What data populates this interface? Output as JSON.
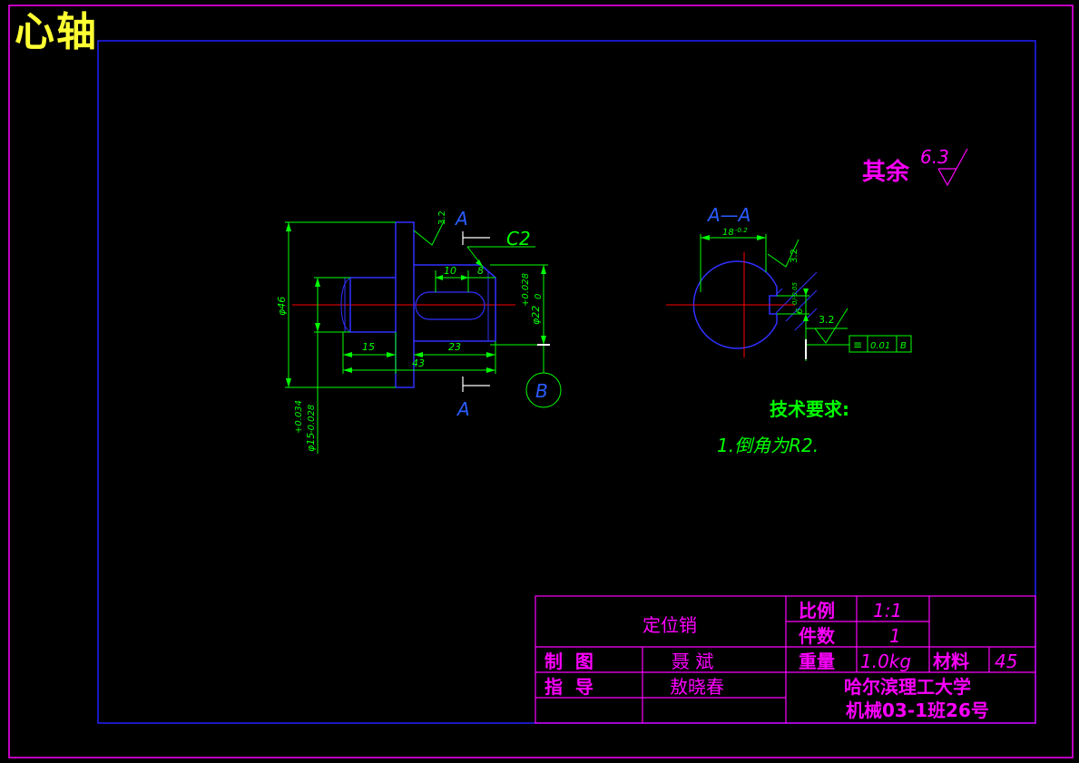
{
  "header": {
    "title": "心轴"
  },
  "colors": {
    "background": "#000000",
    "frame": "#ff00ff",
    "border": "#2020ff",
    "outline": "#3030ff",
    "dimension": "#00ff00",
    "centerline": "#ff0000",
    "hatch": "#3030ff",
    "magenta_text": "#ff00ff",
    "yellow_text": "#ffff33",
    "blue_text": "#2a5cff"
  },
  "front_view": {
    "dims": {
      "d46": "φ46",
      "d15": "φ15",
      "d15_upper": "+0.034",
      "d15_lower": "-0.028",
      "d22": "φ22",
      "d22_upper": "+0.028",
      "d22_lower": "0",
      "len15": "15",
      "len23": "23",
      "len43": "43",
      "slot10": "10",
      "slot8": "8"
    },
    "chamfer": "C2",
    "roughness": "3.2",
    "section_mark_top": "A",
    "section_mark_bottom": "A",
    "datum": "B"
  },
  "section_view": {
    "label": "A—A",
    "width_dim": "18",
    "width_tol": "-0.2",
    "slot_dim": "6",
    "slot_tol": "0/-0.05",
    "roughness_top": "3.2",
    "roughness_side": "3.2",
    "tolerance_frame": {
      "symbol": "≡",
      "value": "0.01",
      "datum": "B"
    }
  },
  "notes": {
    "other_roughness_label": "其余",
    "other_roughness_value": "6.3",
    "tech_title": "技术要求:",
    "tech_item": "1.倒角为R2."
  },
  "title_block": {
    "part_name": "定位销",
    "scale_label": "比例",
    "scale_value": "1:1",
    "qty_label": "件数",
    "qty_value": "1",
    "draw_label": "制  图",
    "draw_name": "聂 斌",
    "guide_label": "指  导",
    "guide_name": "敖晓春",
    "weight_label": "重量",
    "weight_value": "1.0kg",
    "material_label": "材料",
    "material_value": "45",
    "school": "哈尔滨理工大学",
    "class_info": "机械03-1班26号"
  }
}
